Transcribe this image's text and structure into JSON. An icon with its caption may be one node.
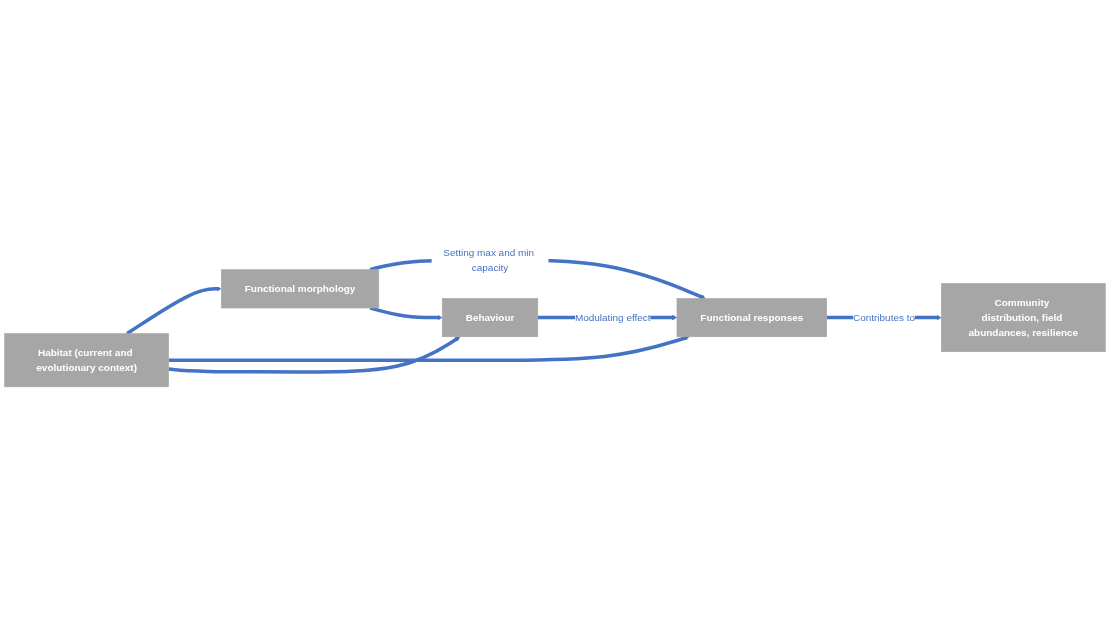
{
  "diagram": {
    "nodes": [
      {
        "text": [
          "Functional morphology"
        ]
      },
      {
        "text": [
          "Habitat (current and evolutionary context)"
        ]
      },
      {
        "text": [
          "Functional responses"
        ]
      },
      {
        "text": [
          "Community distribution, field abundances, resilience"
        ]
      },
      {
        "text": [
          "Behaviour"
        ]
      }
    ],
    "edges": [
      {
        "from": 1,
        "to": 0,
        "arrow": "to"
      },
      {
        "from": 0,
        "to": 2,
        "arrow": "to",
        "label": "Setting max and min capacity"
      },
      {
        "from": 1,
        "to": 2,
        "arrow": "to"
      },
      {
        "from": 2,
        "to": 3,
        "arrow": "to",
        "label": "Contributes to"
      },
      {
        "from": 1,
        "to": 4,
        "arrow": "to"
      },
      {
        "from": 4,
        "to": 2,
        "arrow": "to",
        "label": "Modulating effect"
      },
      {
        "from": 0,
        "to": 4,
        "arrow": "to"
      }
    ]
  }
}
